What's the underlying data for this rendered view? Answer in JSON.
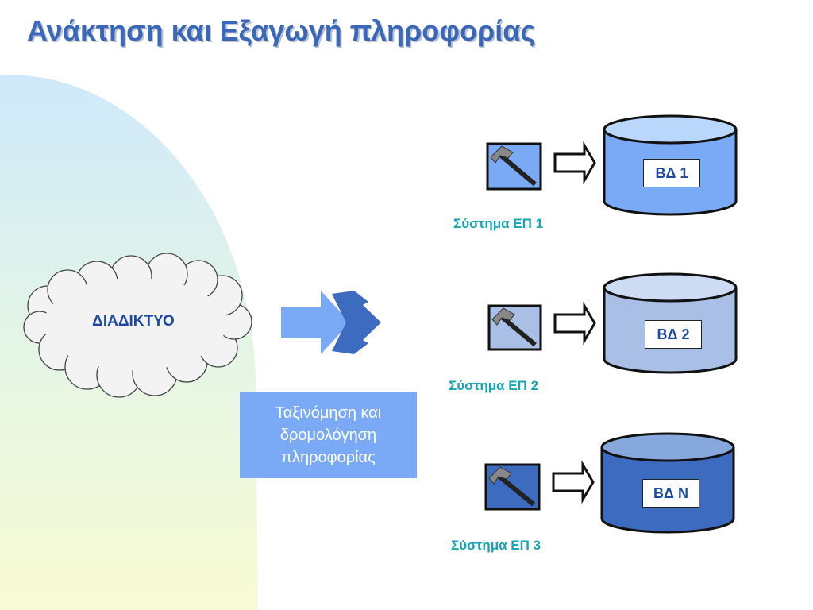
{
  "title": "Ανάκτηση και Εξαγωγή πληροφορίας",
  "internet_label": "ΔΙΑΔΙΚΤΥΟ",
  "routing_label": "Ταξινόμηση και δρομολόγηση πληροφορίας",
  "systems": [
    {
      "label": "Σύστημα ΕΠ 1",
      "db_label": "ΒΔ 1"
    },
    {
      "label": "Σύστημα ΕΠ 2",
      "db_label": "ΒΔ 2"
    },
    {
      "label": "Σύστημα ΕΠ 3",
      "db_label": "ΒΔ Ν"
    }
  ],
  "colors": {
    "title": "#3a67b8",
    "system_label": "#17a4b4",
    "routing_box": "#7aaaf6",
    "db1": "#7aaaf6",
    "db2": "#a9bfe6",
    "dbN": "#3d6bbf"
  }
}
